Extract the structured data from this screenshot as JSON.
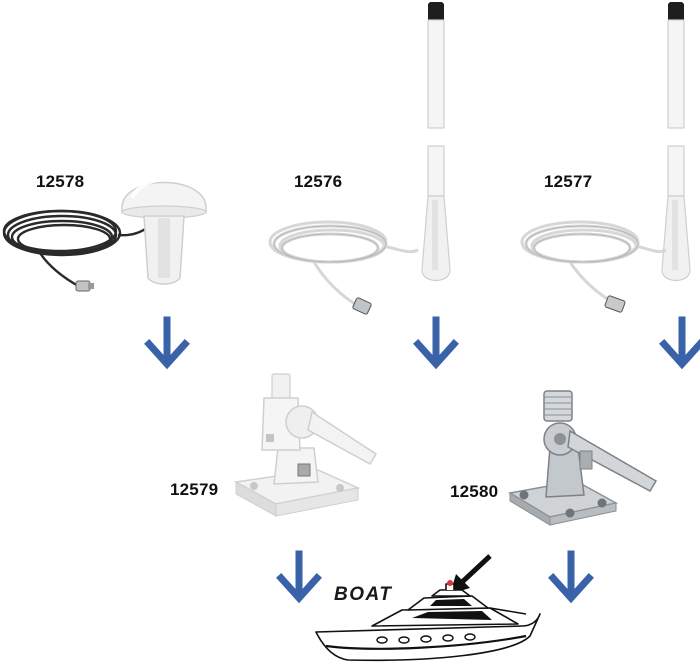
{
  "products": [
    {
      "code": "12578"
    },
    {
      "code": "12576"
    },
    {
      "code": "12577"
    },
    {
      "code": "12579"
    },
    {
      "code": "12580"
    }
  ],
  "boat": {
    "label": "BOAT"
  },
  "colors": {
    "arrow": "#3a62a8",
    "cable_black": "#2a2a2a",
    "white_part": "#f4f4f4",
    "steel": "#bfc4c9",
    "pointer": "#111111",
    "antenna_tip": "#d63a3a"
  },
  "icons": [
    "gps-dome-antenna-icon",
    "vhf-whip-antenna-icon",
    "coax-cable-icon",
    "mount-bracket-icon",
    "down-arrow-icon",
    "boat-icon",
    "pointer-arrow-icon"
  ]
}
